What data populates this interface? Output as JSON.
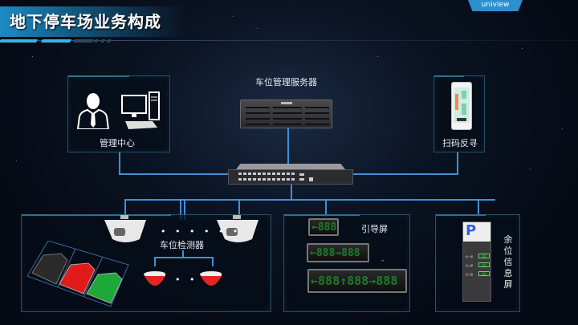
{
  "header": {
    "title": "地下停车场业务构成",
    "logo": "uniview"
  },
  "nodes": {
    "management_center": {
      "label": "管理中心"
    },
    "server": {
      "label": "车位管理服务器"
    },
    "scan_reverse_search": {
      "label": "扫码反寻"
    },
    "detector": {
      "label": "车位检测器",
      "dots_top": "• • • • • •",
      "dots_bottom": "• • •"
    },
    "guidance_screen": {
      "label": "引导屏",
      "displays": [
        "←888",
        "←888→888",
        "←888↑888→888"
      ],
      "dash": "-"
    },
    "remaining_info_screen": {
      "label": "余位信息屏",
      "sign_letter": "P",
      "rows": [
        {
          "label": "负一层",
          "value": "000"
        },
        {
          "label": "负二层",
          "value": "000"
        },
        {
          "label": "负三层",
          "value": "000"
        }
      ]
    }
  },
  "colors": {
    "line": "#3f8fd8",
    "title_bar": "#1d8ac4",
    "led_text": "#1e7a2c"
  }
}
